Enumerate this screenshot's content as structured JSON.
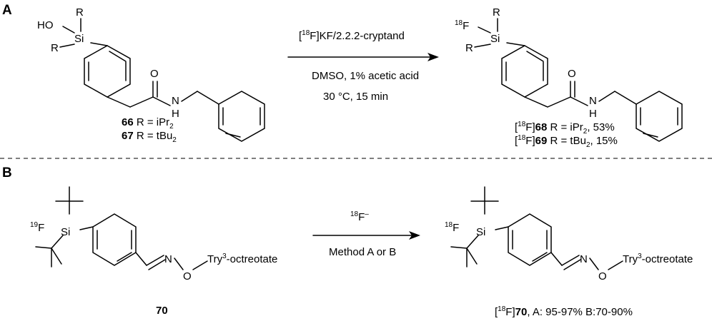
{
  "panels": {
    "A": {
      "letter": "A",
      "reactant": {
        "atoms": {
          "ho": "HO",
          "si": "Si",
          "r_top": "R",
          "r_left": "R",
          "carbonyl_o": "O",
          "nh": "N",
          "nh_h": "H"
        },
        "compound_lines": [
          {
            "number": "66",
            "prefix": " R = iPr",
            "subscript": "2"
          },
          {
            "number": "67",
            "prefix": " R = tBu",
            "subscript": "2"
          }
        ]
      },
      "arrow": {
        "reagent_pre": "[",
        "reagent_iso": "18",
        "reagent_post": "F]KF/2.2.2-cryptand",
        "condition_1": "DMSO, 1% acetic acid",
        "condition_2": "30 °C, 15 min"
      },
      "product": {
        "atoms": {
          "f_iso": "18",
          "f": "F",
          "si": "Si",
          "r_top": "R",
          "r_left": "R",
          "carbonyl_o": "O",
          "nh": "N",
          "nh_h": "H"
        },
        "compound_lines": [
          {
            "pre": "[",
            "iso": "18",
            "post": "F]",
            "number": "68",
            "prefix": " R = iPr",
            "subscript": "2",
            "yield": ", 53%"
          },
          {
            "pre": "[",
            "iso": "18",
            "post": "F]",
            "number": "69",
            "prefix": " R = tBu",
            "subscript": "2",
            "yield": ", 15%"
          }
        ]
      }
    },
    "B": {
      "letter": "B",
      "reactant": {
        "atoms": {
          "f_iso": "19",
          "f": "F",
          "si": "Si",
          "n": "N",
          "o": "O",
          "try": "Try",
          "try_sup": "3",
          "try_rest": "-octreotate"
        },
        "number": "70"
      },
      "arrow": {
        "reagent_iso": "18",
        "reagent": "F",
        "reagent_charge": "–",
        "condition": "Method A or B"
      },
      "product": {
        "atoms": {
          "f_iso": "18",
          "f": "F",
          "si": "Si",
          "n": "N",
          "o": "O",
          "try": "Try",
          "try_sup": "3",
          "try_rest": "-octreotate"
        },
        "label": {
          "pre": "[",
          "iso": "18",
          "post": "F]",
          "number": "70",
          "rest": ", A: 95-97% B:70-90%"
        }
      }
    }
  },
  "colors": {
    "ink": "#000000",
    "background": "#ffffff",
    "divider": "#555555"
  }
}
